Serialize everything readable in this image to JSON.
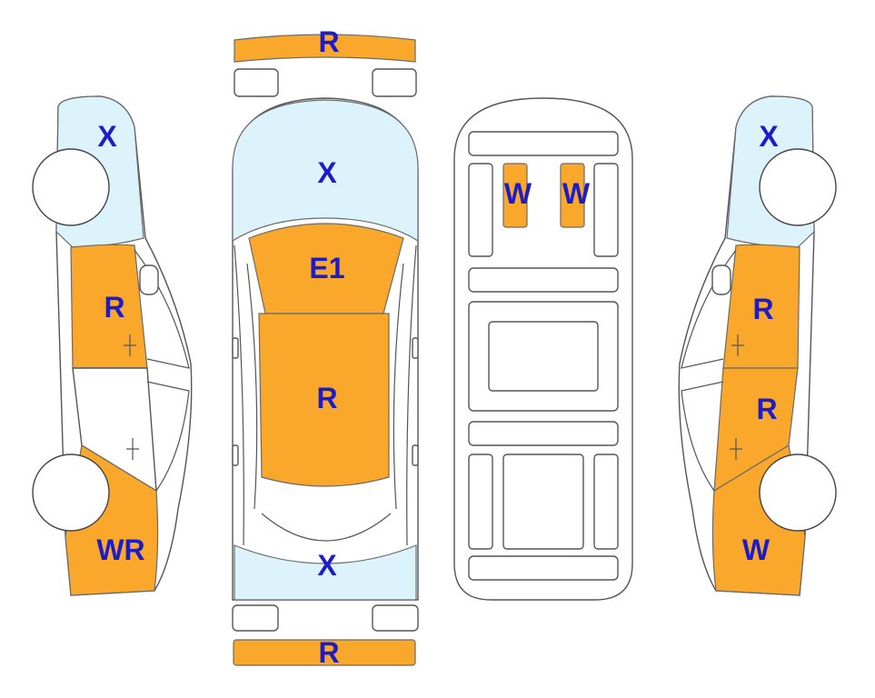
{
  "colors": {
    "repaired": "#f9a82c",
    "glass": "#ddf3fb",
    "label": "#1c1cc8",
    "outline": "#555555"
  },
  "labels": {
    "front_bumper": "R",
    "rear_bumper": "R",
    "windshield": "X",
    "hood": "E1",
    "roof": "R",
    "rear_glass": "X",
    "seat_front_left": "W",
    "seat_front_right": "W",
    "left_quarter_glass": "X",
    "left_door": "R",
    "left_rear_fender": "WR",
    "right_quarter_glass": "X",
    "right_front_door": "R",
    "right_rear_door": "R",
    "right_rear_fender": "W"
  }
}
